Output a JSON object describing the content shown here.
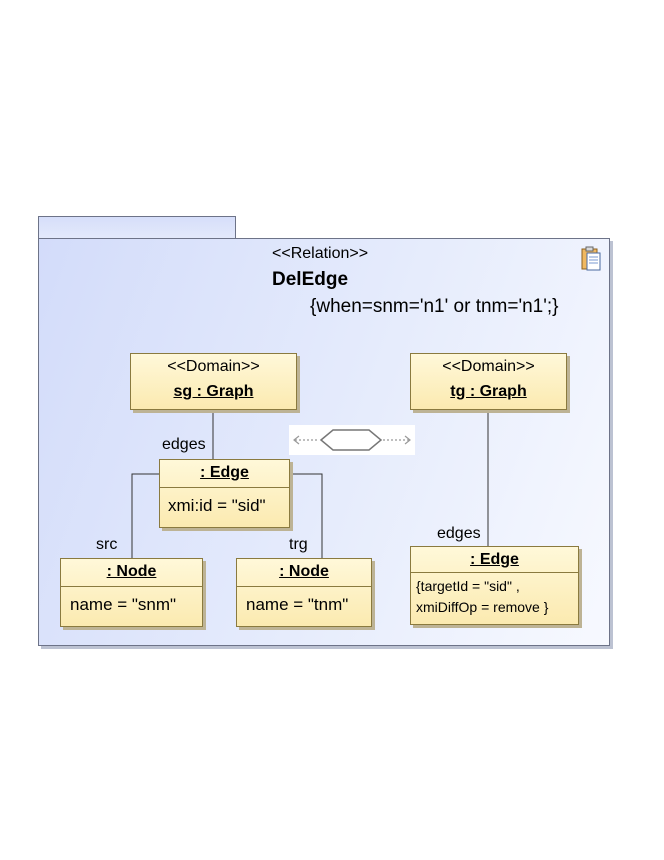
{
  "relation": {
    "stereotype": "<<Relation>>",
    "name": "DelEdge",
    "constraint": "{when=snm='n1' or tnm='n1';}"
  },
  "domain_left": {
    "stereotype": "<<Domain>>",
    "title": "sg : Graph"
  },
  "domain_right": {
    "stereotype": "<<Domain>>",
    "title": "tg : Graph"
  },
  "edge_left": {
    "title": ": Edge",
    "attr": "xmi:id = \"sid\""
  },
  "node_src": {
    "title": ": Node",
    "attr": "name = \"snm\""
  },
  "node_trg": {
    "title": ": Node",
    "attr": "name = \"tnm\""
  },
  "edge_right": {
    "title": ": Edge",
    "attr_line1": "{targetId = \"sid\" ,",
    "attr_line2": "xmiDiffOp = remove  }"
  },
  "labels": {
    "edges_left": "edges",
    "edges_right": "edges",
    "src": "src",
    "trg": "trg"
  },
  "icons": {
    "frame_icon": "clipboard-icon",
    "connector": "check-only-hexagon-icon"
  }
}
